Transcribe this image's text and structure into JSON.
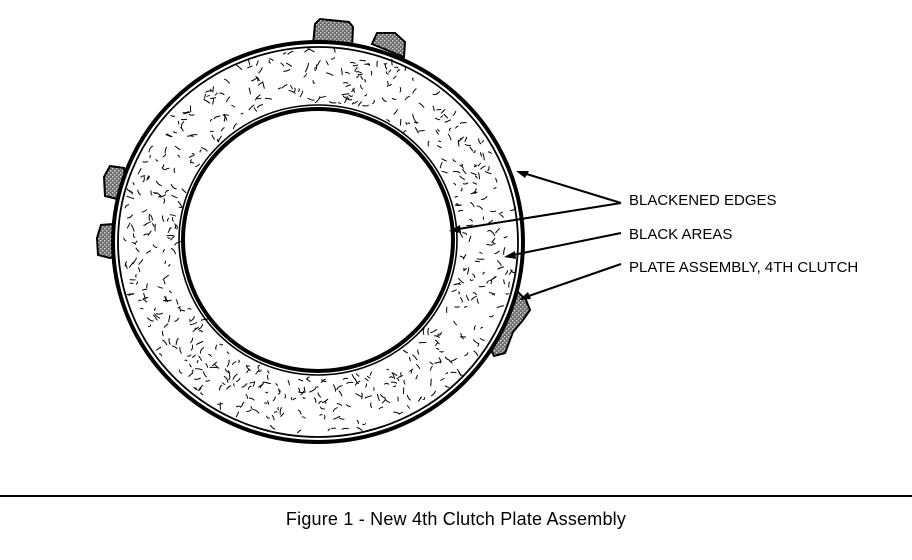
{
  "figure": {
    "caption": "Figure 1 - New 4th Clutch Plate Assembly",
    "callouts": {
      "blackened_edges": "BLACKENED EDGES",
      "black_areas": "BLACK AREAS",
      "plate_assembly": "PLATE ASSEMBLY, 4TH CLUTCH"
    }
  },
  "colors": {
    "ink": "#000000",
    "paper": "#ffffff",
    "tab_fill": "#6e6e6e"
  }
}
